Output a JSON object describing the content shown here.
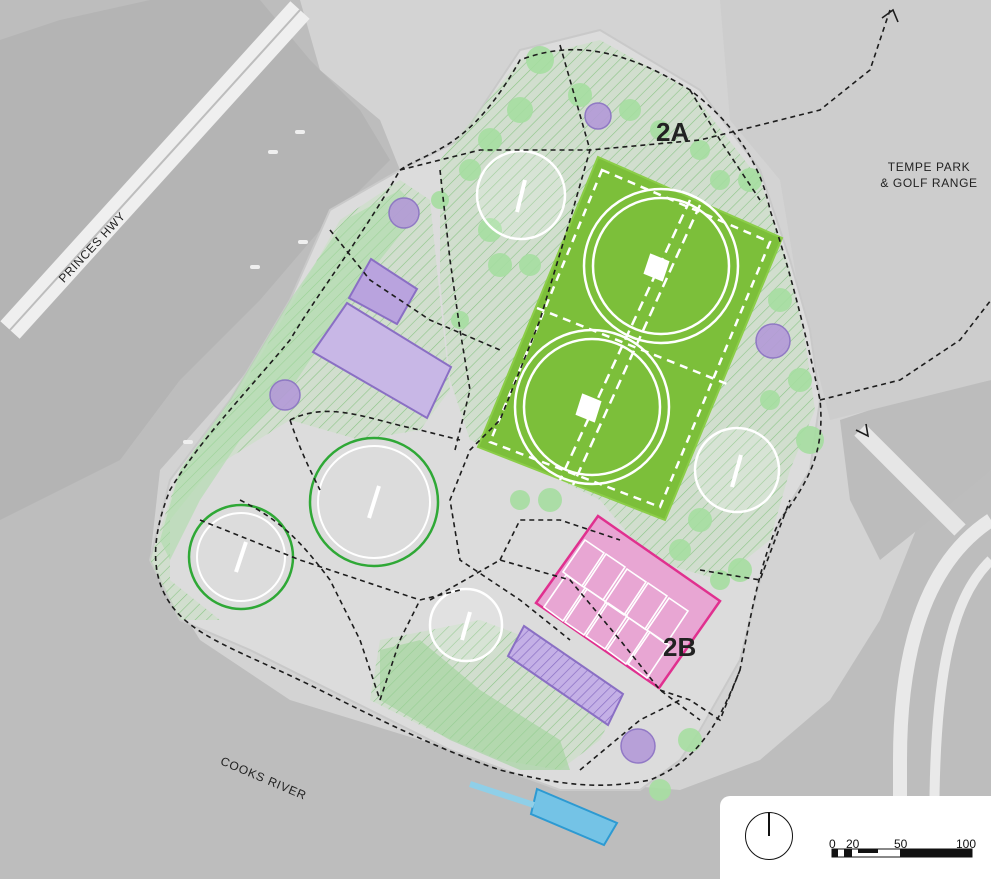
{
  "labels": {
    "zone_2a": "2A",
    "zone_2b": "2B",
    "tempe_line1": "TEMPE PARK",
    "tempe_line2": "& GOLF RANGE",
    "princes_hwy": "PRINCES HWY",
    "cooks_river": "COOKS RIVER"
  },
  "legend": {
    "north_arrow": "north-arrow-icon",
    "scale": [
      "0",
      "20",
      "50",
      "100"
    ]
  },
  "colors": {
    "water": "#b9b9b9",
    "land": "#d5d5d5",
    "sports_field": "#7cbf3a",
    "tennis_courts": "#e8a6d3",
    "court_outline": "#e0308f",
    "buildings_purple": "#a78bd0",
    "circle_green": "#2fa836",
    "pontoon_blue": "#3ea8d8",
    "trees": "#9fdc9a"
  }
}
